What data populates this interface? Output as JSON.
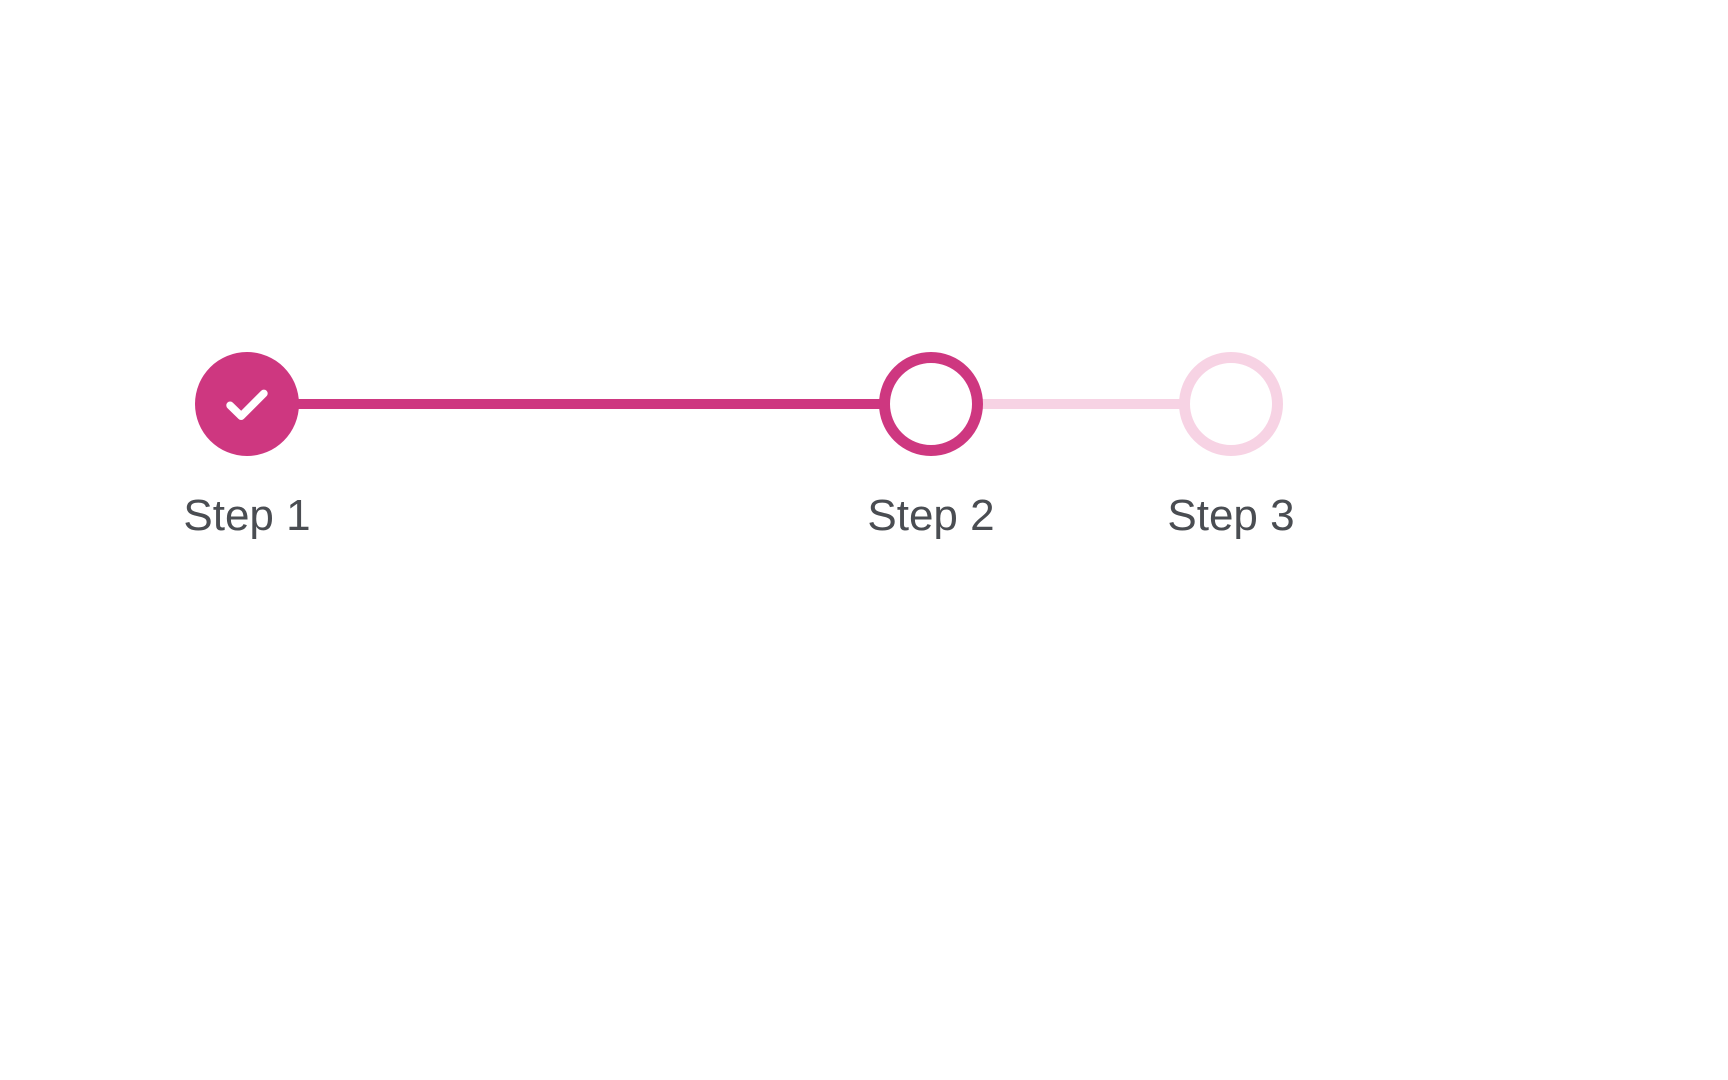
{
  "component": {
    "name": "progress-stepper",
    "orientation": "horizontal",
    "current_step": 2,
    "total_steps": 3
  },
  "colors": {
    "active": "#CE3780",
    "completed": "#CE3780",
    "pending": "#F7D3E4",
    "connector_active": "#CE3780",
    "connector_pending": "#F7D3E4",
    "label_text": "#4A4D52",
    "node_fill": "#FFFFFF",
    "check_color": "#FFFFFF",
    "background": "#FFFFFF"
  },
  "steps": [
    {
      "label": "Step 1",
      "state": "completed",
      "icon": "check-icon",
      "color": "#CE3780"
    },
    {
      "label": "Step 2",
      "state": "active",
      "icon": "",
      "color": "#CE3780"
    },
    {
      "label": "Step 3",
      "state": "pending",
      "icon": "",
      "color": "#F7D3E4"
    }
  ],
  "connectors": [
    {
      "from": "Step 1",
      "to": "Step 2",
      "state": "completed",
      "color": "#CE3780"
    },
    {
      "from": "Step 2",
      "to": "Step 3",
      "state": "pending",
      "color": "#F7D3E4"
    }
  ]
}
